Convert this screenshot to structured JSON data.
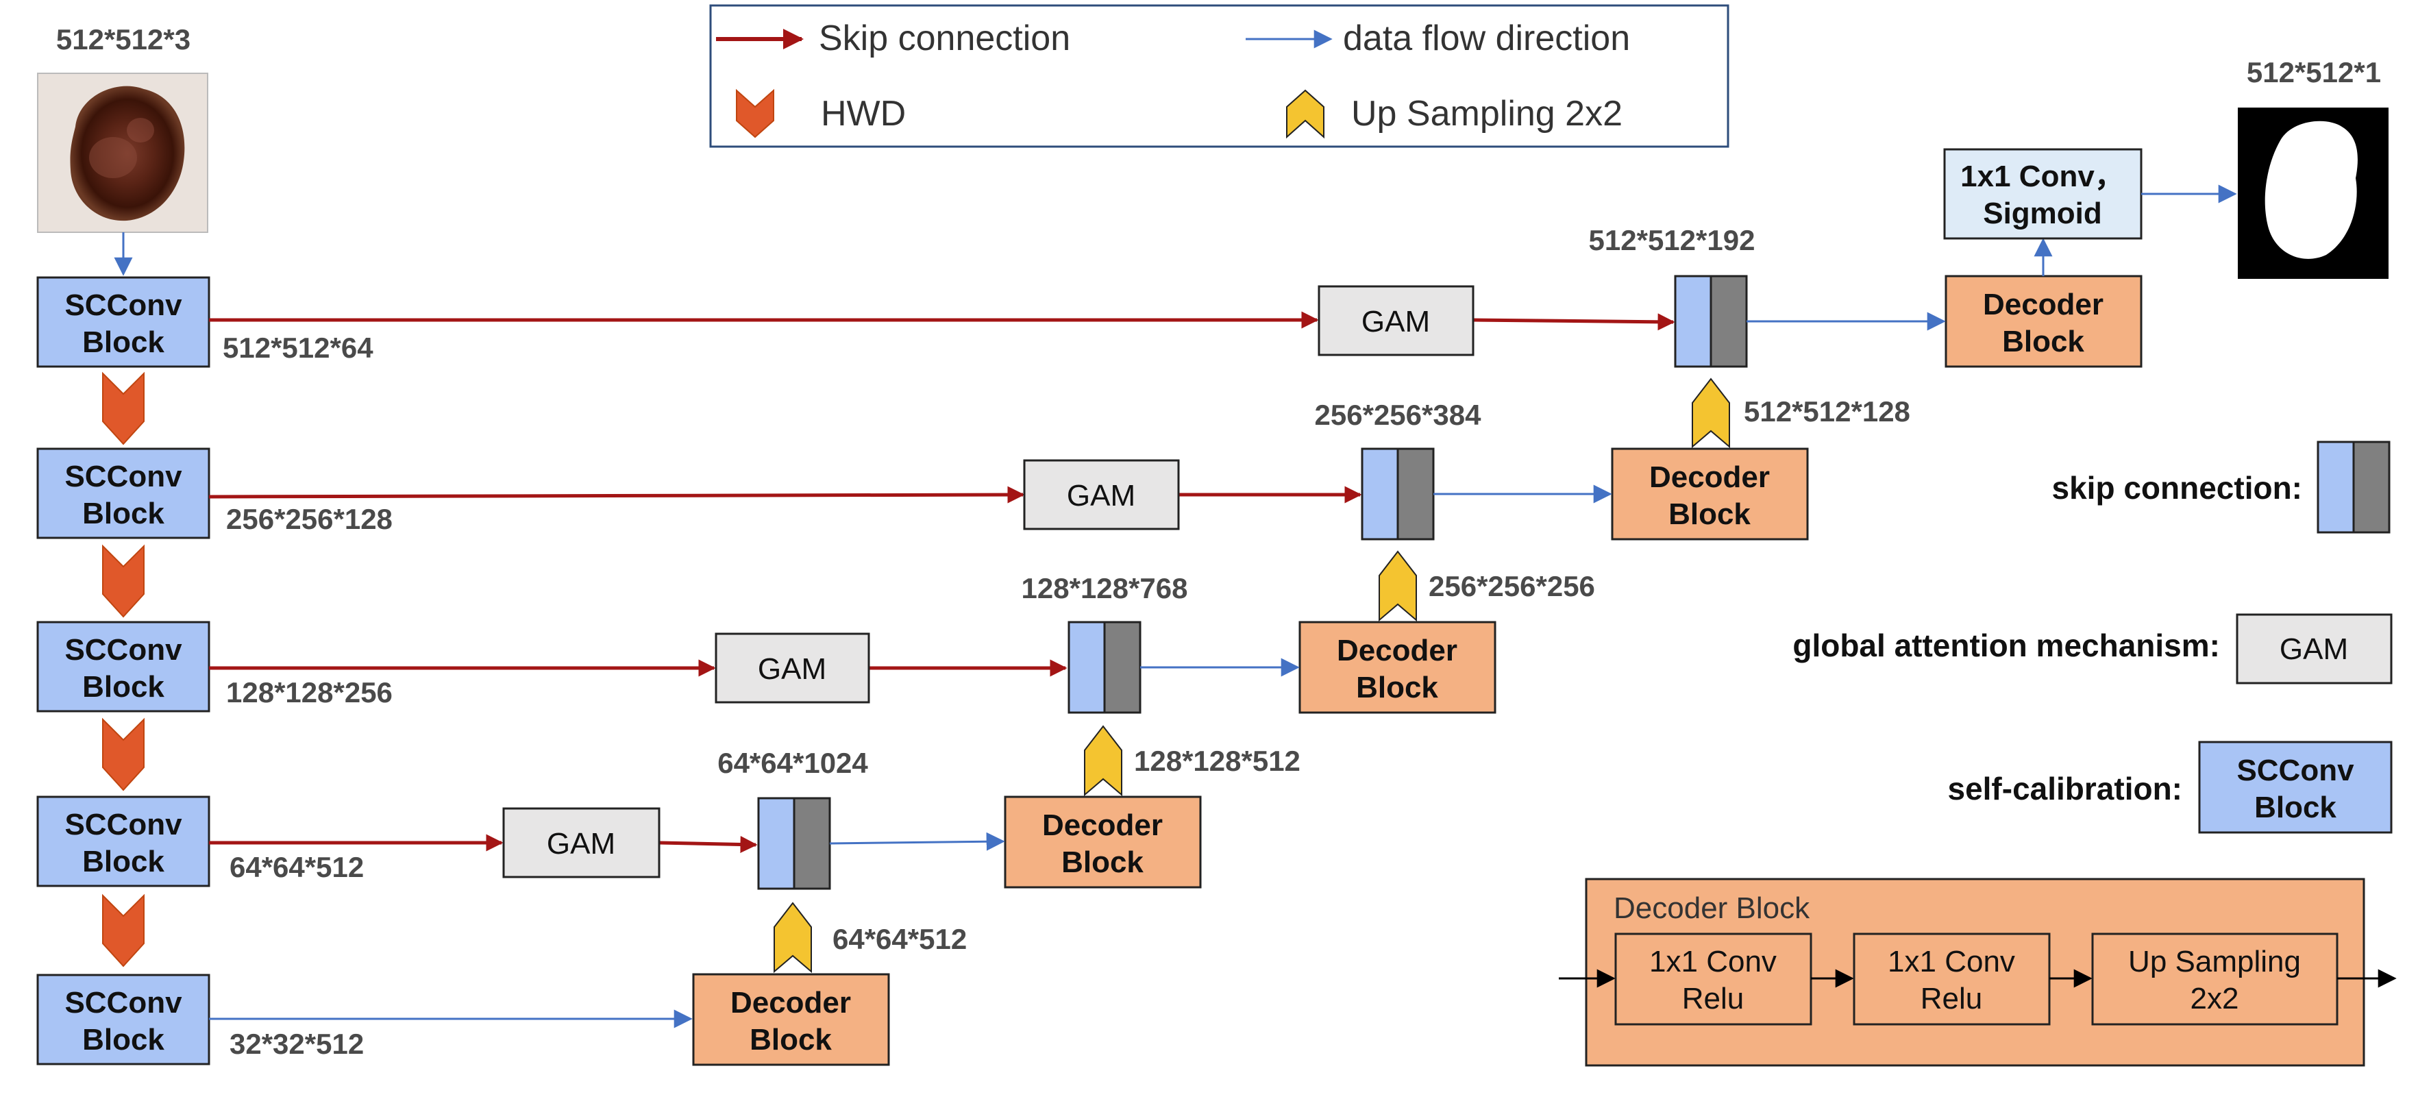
{
  "legend": {
    "skip_label": "Skip connection",
    "flow_label": "data flow direction",
    "hwd_label": "HWD",
    "up_label": "Up Sampling 2x2",
    "skip_color": "#a31515",
    "flow_color": "#4472c4"
  },
  "input": {
    "dim": "512*512*3"
  },
  "output": {
    "dim": "512*512*1"
  },
  "encoder": {
    "label_line1": "SCConv",
    "label_line2": "Block",
    "color": "#a9c4f5",
    "dims": [
      "512*512*64",
      "256*256*128",
      "128*128*256",
      "64*64*512",
      "32*32*512"
    ]
  },
  "gam": {
    "label": "GAM",
    "color": "#e7e6e6"
  },
  "decoder": {
    "label_line1": "Decoder",
    "label_line2": "Block",
    "color": "#f4b183"
  },
  "concat_dims": [
    "512*512*192",
    "256*256*384",
    "128*128*768",
    "64*64*1024"
  ],
  "upsample_dims": [
    "512*512*128",
    "256*256*256",
    "128*128*512",
    "64*64*512"
  ],
  "final_conv": {
    "line1": "1x1 Conv，",
    "line2": "Sigmoid",
    "color": "#deebf7"
  },
  "side_legend": {
    "skip_connection": "skip connection:",
    "gam_desc": "global attention mechanism:",
    "gam_box": "GAM",
    "self_calib": "self-calibration:",
    "sc_line1": "SCConv",
    "sc_line2": "Block"
  },
  "decoder_detail": {
    "title": "Decoder Block",
    "box1_line1": "1x1 Conv",
    "box1_line2": "Relu",
    "box2_line1": "1x1 Conv",
    "box2_line2": "Relu",
    "box3_line1": "Up Sampling",
    "box3_line2": "2x2"
  },
  "colors": {
    "hwd": "#e0582a",
    "upsample": "#f4c430",
    "concat_gray": "#808080",
    "concat_blue": "#a9c4f5"
  }
}
